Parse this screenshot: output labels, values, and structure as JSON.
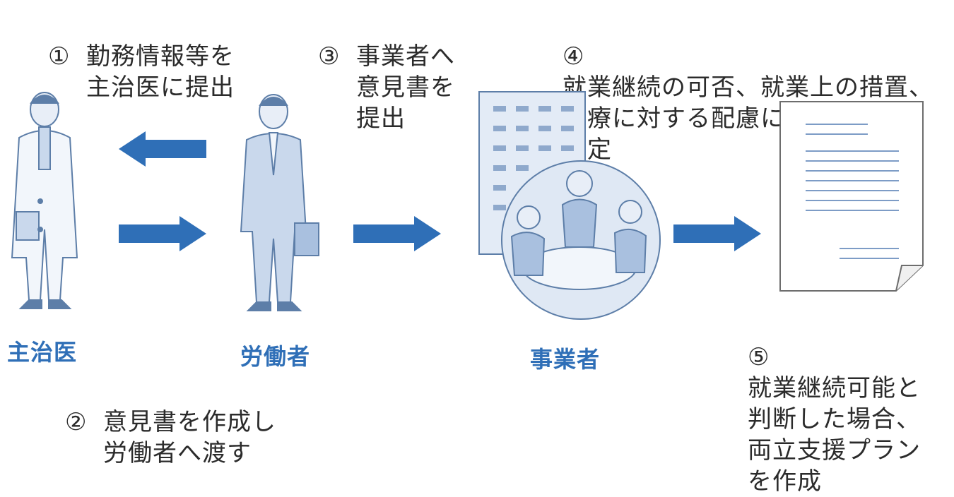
{
  "steps": {
    "s1": {
      "num": "①",
      "text": "勤務情報等を\n主治医に提出"
    },
    "s2": {
      "num": "②",
      "text": "意見書を作成し\n労働者へ渡す"
    },
    "s3": {
      "num": "③",
      "text": "事業者へ\n意見書を\n提出"
    },
    "s4": {
      "num": "④",
      "text": "就業継続の可否、就業上の措置、\n治療に対する配慮に関して検討、\n決定"
    },
    "s5": {
      "num": "⑤",
      "text": "就業継続可能と\n判断した場合、\n両立支援プラン\nを作成"
    }
  },
  "actors": {
    "doctor": "主治医",
    "worker": "労働者",
    "employer": "事業者"
  },
  "colors": {
    "accent": "#2f6fb7",
    "arrow": "#2f6fb7",
    "illustration_fill": "#c9d8ec",
    "illustration_line": "#5d7ea8"
  }
}
